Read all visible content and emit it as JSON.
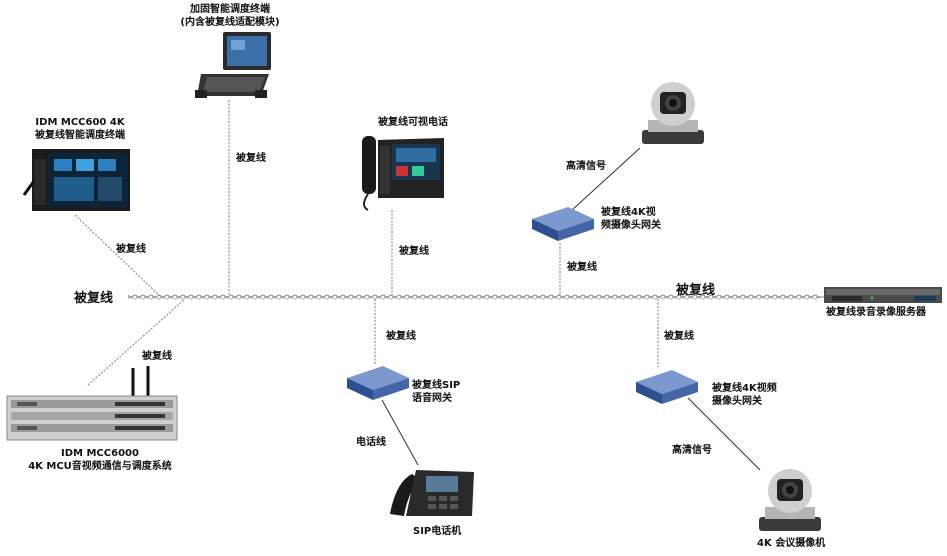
{
  "cable_label": "被复线",
  "cable_label_main": "被复线",
  "nodes": {
    "rugged_terminal": {
      "line1": "加固智能调度终端",
      "line2": "(内含被复线适配模块)",
      "link_label": "被复线"
    },
    "mcc600": {
      "line1": "IDM MCC600 4K",
      "line2": "被复线智能调度终端",
      "link_label": "被复线"
    },
    "video_phone": {
      "label": "被复线可视电话",
      "link_label": "被复线"
    },
    "ptz_camera_top": {
      "link_label": "高清信号"
    },
    "camera_gateway_top": {
      "line1": "被复线4K视",
      "line2": "频摄像头网关",
      "link_label": "被复线"
    },
    "recording_server": {
      "label": "被复线录音录像服务器"
    },
    "mcc6000": {
      "line1": "IDM MCC6000",
      "line2": "4K MCU音视频通信与调度系统",
      "link_label": "被复线"
    },
    "sip_gateway": {
      "line1": "被复线SIP",
      "line2": "语音网关",
      "link_label": "被复线"
    },
    "sip_phone": {
      "label": "SIP电话机",
      "link_label": "电话线"
    },
    "camera_gateway_bottom": {
      "line1": "被复线4K视频",
      "line2": "摄像头网关",
      "link_label": "被复线"
    },
    "conference_camera": {
      "label": "4K 会议摄像机",
      "link_label": "高清信号"
    }
  }
}
